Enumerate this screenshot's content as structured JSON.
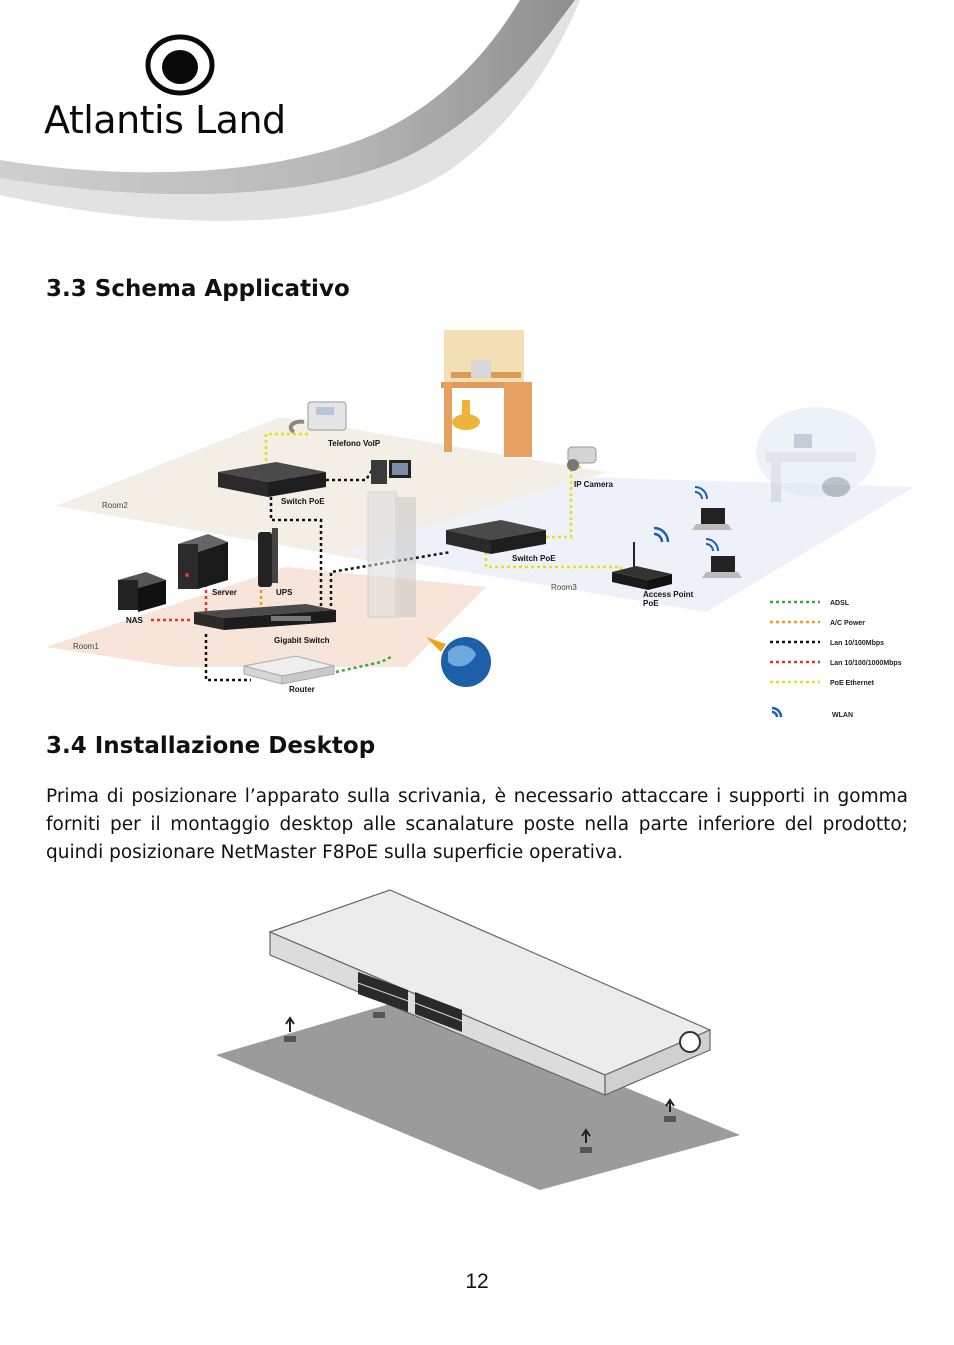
{
  "header": {
    "logo_text": "Atlantis Land"
  },
  "sections": {
    "schema_title": "3.3 Schema Applicativo",
    "desktop_title": "3.4 Installazione Desktop",
    "desktop_paragraph": "Prima di posizionare l’apparato sulla scrivania, è necessario attaccare i supporti in gomma forniti per il montaggio desktop alle scanalature poste nella parte inferiore del prodotto; quindi posizionare NetMaster F8PoE sulla superficie operativa."
  },
  "diagram": {
    "devices": {
      "voip": "Telefono VoIP",
      "switch_poe_1": "Switch PoE",
      "switch_poe_2": "Switch PoE",
      "ip_camera": "IP Camera",
      "server": "Server",
      "ups": "UPS",
      "nas": "NAS",
      "gigabit_switch": "Gigabit Switch",
      "router": "Router",
      "access_point_1": "Access Point",
      "access_point_2": "PoE"
    },
    "rooms": {
      "room1": "Room1",
      "room2": "Room2",
      "room3": "Room3"
    },
    "legend": [
      {
        "label": "ADSL",
        "color": "#3aa935"
      },
      {
        "label": "A/C Power",
        "color": "#f39c12"
      },
      {
        "label": "Lan 10/100Mbps",
        "color": "#111111"
      },
      {
        "label": "Lan 10/100/1000Mbps",
        "color": "#e3342f"
      },
      {
        "label": "PoE Ethernet",
        "color": "#e5e01a"
      },
      {
        "label": "WLAN",
        "color": "#1a5fb4"
      }
    ]
  },
  "footer": {
    "page_number": "12"
  }
}
